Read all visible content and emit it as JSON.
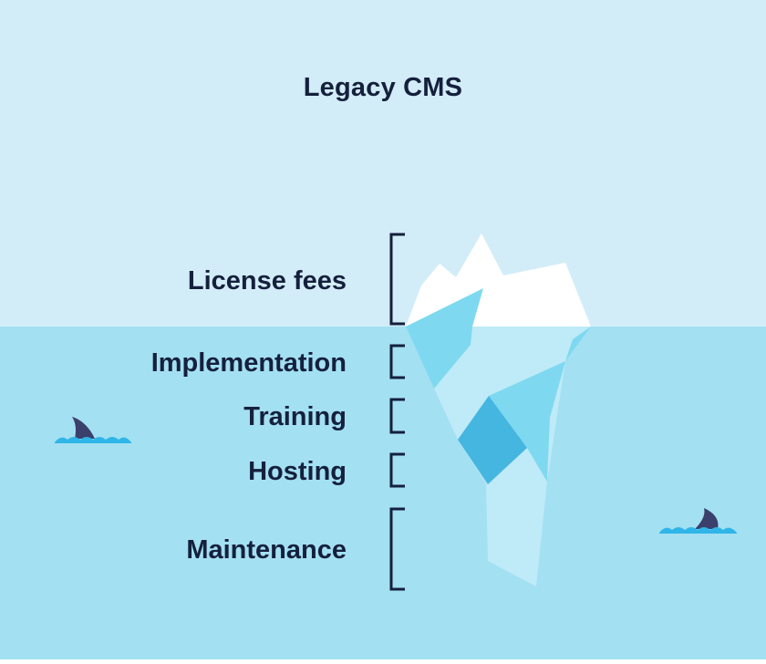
{
  "diagram": {
    "title": "Legacy CMS",
    "labels": [
      "License fees",
      "Implementation",
      "Training",
      "Hosting",
      "Maintenance"
    ],
    "colors": {
      "sky": "#d2edf7",
      "water": "#a3e0f2",
      "ink": "#15203d",
      "ice_white": "#ffffff",
      "ice_light": "#bfeaf8",
      "ice_mid": "#7ed9f0",
      "ice_dark": "#45b6e0",
      "wave": "#2fb5e8",
      "fin": "#3b3f6b"
    }
  }
}
